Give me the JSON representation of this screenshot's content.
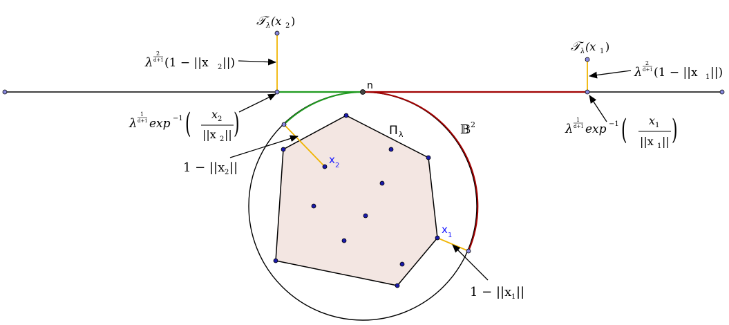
{
  "colors": {
    "axis": "#000000",
    "circle": "#000000",
    "arc_green": "#1f9a1f",
    "arc_red": "#a00000",
    "segment_yellow": "#f0b400",
    "polygon_fill": "#f3e6e2",
    "point_fill": "#1a1aaa",
    "point_fill_light": "#8888dd",
    "label_blue": "#1a1aff"
  },
  "labels": {
    "n": "n",
    "pi_symbol": "Π",
    "pi_sub": "λ",
    "ball_symbol": "𝔹",
    "ball_sup": "2",
    "x1": "x",
    "x1_sub": "1",
    "x2": "x",
    "x2_sub": "2",
    "T_x2": {
      "script": "𝒯",
      "sub": "λ",
      "arg": "(x",
      "arg_sub": "2",
      "close": ")"
    },
    "T_x1": {
      "script": "𝒯",
      "sub": "λ",
      "arg": "(x",
      "arg_sub": "1",
      "close": ")"
    },
    "lambda_x2_height": {
      "lambda": "λ",
      "frac_num": "2",
      "frac_den": "d+1",
      "body": "(1 − ||x",
      "body_sub": "2",
      "body_end": "||)"
    },
    "lambda_x1_height": {
      "lambda": "λ",
      "frac_num": "2",
      "frac_den": "d+1",
      "body": "(1 − ||x",
      "body_sub": "1",
      "body_end": "||)"
    },
    "lambda_x2_exp": {
      "lambda": "λ",
      "frac_num": "1",
      "frac_den": "d+1",
      "exp": "exp",
      "exp_sup": "−1",
      "num": "x",
      "num_sub": "2",
      "den": "||x",
      "den_sub": "2",
      "den_end": "||"
    },
    "lambda_x1_exp": {
      "lambda": "λ",
      "frac_num": "1",
      "frac_den": "d+1",
      "exp": "exp",
      "exp_sup": "−1",
      "num": "x",
      "num_sub": "1",
      "den": "||x",
      "den_sub": "1",
      "den_end": "||"
    },
    "one_minus_x2": {
      "body": "1 − ||x",
      "sub": "2",
      "end": "||"
    },
    "one_minus_x1": {
      "body": "1 − ||x",
      "sub": "1",
      "end": "||"
    }
  }
}
